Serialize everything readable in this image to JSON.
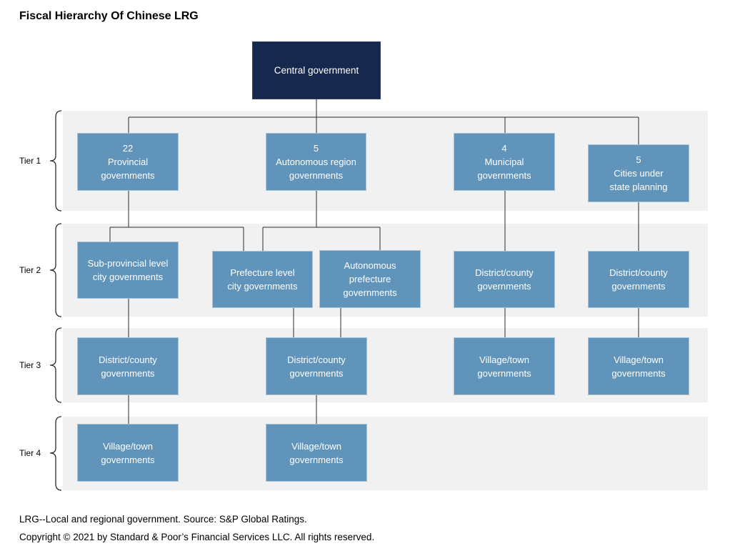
{
  "title": "Fiscal Hierarchy Of Chinese LRG",
  "root": {
    "label": "Central government"
  },
  "tiers": [
    {
      "label": "Tier 1",
      "nodes": [
        "22\nProvincial\ngovernments",
        "5\nAutonomous region\ngovernments",
        "4\nMunicipal\ngovernments",
        "5\nCities under\nstate planning"
      ]
    },
    {
      "label": "Tier 2",
      "nodes": [
        "Sub-provincial level\ncity governments",
        "Prefecture level\ncity governments",
        "Autonomous\nprefecture\ngovernments",
        "District/county\ngovernments",
        "District/county\ngovernments"
      ]
    },
    {
      "label": "Tier 3",
      "nodes": [
        "District/county\ngovernments",
        "District/county\ngovernments",
        "Village/town\ngovernments",
        "Village/town\ngovernments"
      ]
    },
    {
      "label": "Tier 4",
      "nodes": [
        "Village/town\ngovernments",
        "Village/town\ngovernments"
      ]
    }
  ],
  "footer": {
    "note": "LRG--Local and regional government. Source: S&P Global Ratings.",
    "copyright": "Copyright © 2021 by Standard & Poor’s Financial Services LLC. All rights reserved."
  },
  "colors": {
    "navy": "#16284e",
    "blue": "#6094ba",
    "band": "#f1f1f1",
    "line": "#2b2b2b",
    "text": "#000000",
    "node-text": "#ffffff"
  }
}
